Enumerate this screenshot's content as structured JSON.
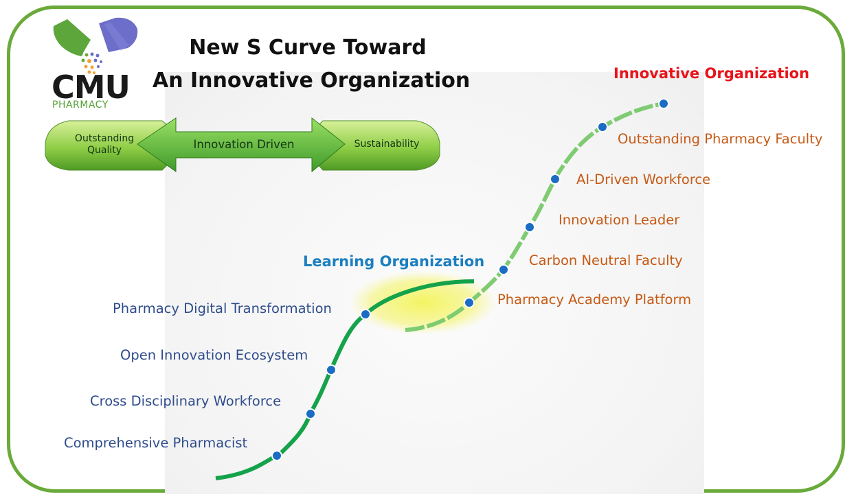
{
  "logo": {
    "wordmark": "CMU",
    "subtitle": "PHARMACY",
    "colors": {
      "green": "#5ca63c",
      "purple": "#6d6ec9",
      "orange": "#f0a234"
    }
  },
  "title": {
    "line1": "New S Curve Toward",
    "line2": "An Innovative Organization"
  },
  "banner": {
    "left": "Outstanding Quality",
    "center": "Innovation Driven",
    "right": "Sustainability"
  },
  "stages": {
    "learning": "Learning Organization",
    "innovative": "Innovative Organization"
  },
  "milestones_first_curve": [
    "Comprehensive Pharmacist",
    "Cross Disciplinary Workforce",
    "Open Innovation Ecosystem",
    "Pharmacy Digital Transformation"
  ],
  "milestones_second_curve": [
    "Pharmacy Academy Platform",
    "Carbon Neutral Faculty",
    "Innovation Leader",
    "AI-Driven Workforce",
    "Outstanding Pharmacy Faculty"
  ],
  "colors": {
    "frame": "#6aaa3a",
    "curve_dark": "#14a24a",
    "curve_light": "#7fcb71",
    "dot": "#1a6cc4",
    "highlight": "#f2f25c",
    "first_curve_text": "#2e4c8c",
    "second_curve_text": "#c65a15",
    "innovative_label": "#e8141b",
    "learning_label": "#1b7fc0"
  }
}
